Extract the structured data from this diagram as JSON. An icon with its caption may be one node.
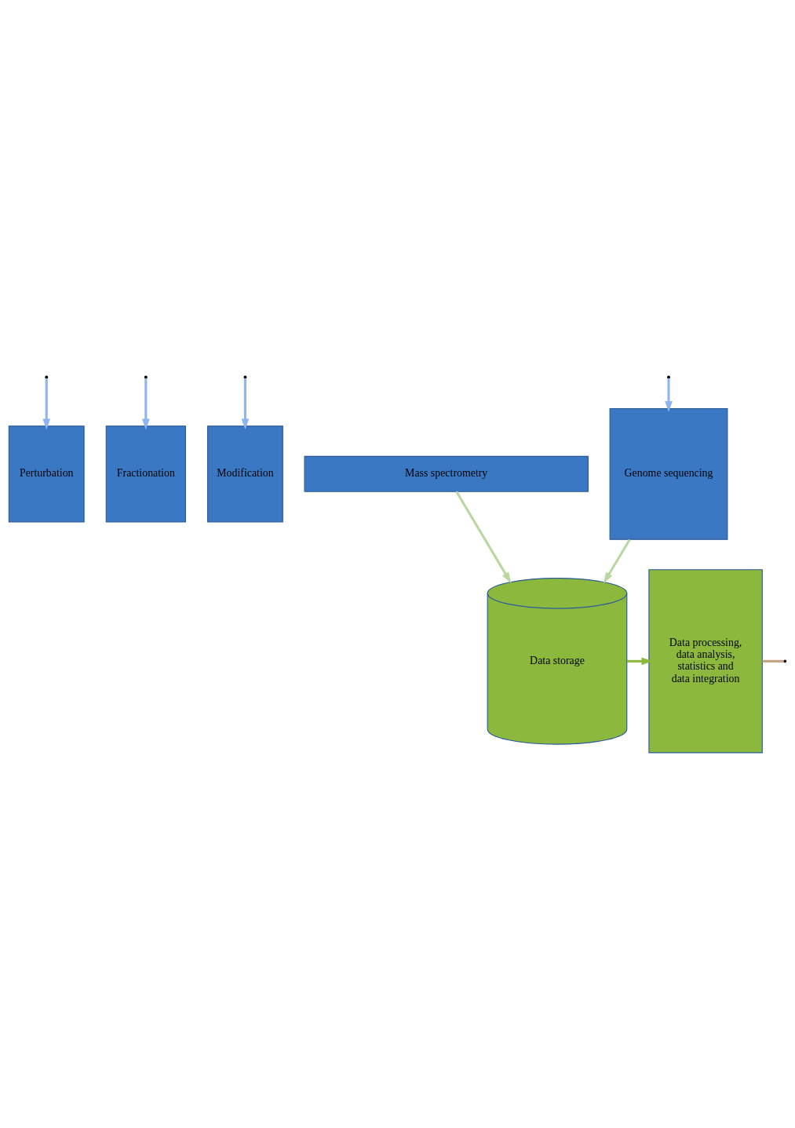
{
  "diagram": {
    "nodes": [
      {
        "text": [
          "Perturbation"
        ]
      },
      {
        "text": [
          "Fractionation"
        ]
      },
      {
        "text": [
          "Modification"
        ]
      },
      {
        "text": [
          "Genome sequencing"
        ]
      },
      {
        "text": [
          "Mass spectrometry"
        ]
      },
      {
        "text": [
          "Data storage"
        ]
      },
      {
        "text": [
          "Data processing, data analysis, statistics and data integration"
        ]
      }
    ],
    "edges": [
      {
        "from": null,
        "to": 0,
        "arrow": "to",
        "color": "#8fb4f0"
      },
      {
        "from": null,
        "to": 1,
        "arrow": "to",
        "color": "#8fb4f0"
      },
      {
        "from": null,
        "to": 2,
        "arrow": "to",
        "color": "#8fb4f0"
      },
      {
        "from": null,
        "to": 3,
        "arrow": "to",
        "color": "#8fb4f0"
      },
      {
        "from": 4,
        "to": 5,
        "arrow": "to",
        "color": "#b8d8a0"
      },
      {
        "from": 3,
        "to": 5,
        "arrow": "to",
        "color": "#b8d8a0"
      },
      {
        "from": 5,
        "to": 6,
        "arrow": "to",
        "color": "#8db83e"
      },
      {
        "from": null,
        "to": 6,
        "arrow": "none",
        "color": "#c9a080"
      }
    ]
  }
}
